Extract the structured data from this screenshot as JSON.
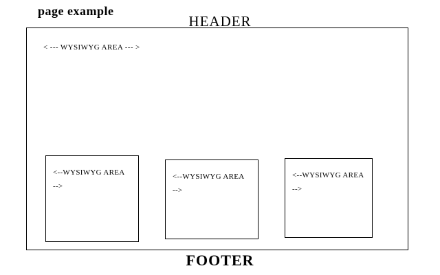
{
  "page": {
    "title": "page example",
    "header": "HEADER",
    "footer": "FOOTER"
  },
  "main_area": {
    "label": "< --- WYSIWYG AREA --- >"
  },
  "boxes": [
    {
      "label_line1": "<--WYSIWYG AREA",
      "label_line2": "-->"
    },
    {
      "label_line1": "<--WYSIWYG AREA",
      "label_line2": "-->"
    },
    {
      "label_line1": "<--WYSIWYG AREA",
      "label_line2": "-->"
    }
  ]
}
